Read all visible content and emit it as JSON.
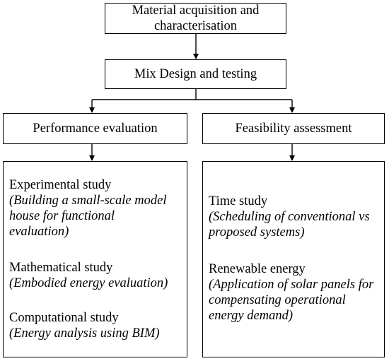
{
  "diagram": {
    "top_box": {
      "line1": "Material acquisition and",
      "line2": "characterisation"
    },
    "mix_box": {
      "label": "Mix Design and testing"
    },
    "performance_box": {
      "label": "Performance evaluation"
    },
    "feasibility_box": {
      "label": "Feasibility assessment"
    },
    "performance_details": {
      "experimental": {
        "title": "Experimental study",
        "desc_line1": "(Building a small-scale model",
        "desc_line2": "house for functional",
        "desc_line3": "evaluation)"
      },
      "mathematical": {
        "title": "Mathematical study",
        "desc_line1": "(Embodied energy evaluation)"
      },
      "computational": {
        "title": "Computational study",
        "desc_line1": "(Energy analysis using BIM)"
      }
    },
    "feasibility_details": {
      "time": {
        "title": "Time study",
        "desc_line1": "(Scheduling of conventional vs",
        "desc_line2": "proposed systems)"
      },
      "renewable": {
        "title": "Renewable energy",
        "desc_line1": "(Application of solar panels for",
        "desc_line2": "compensating operational",
        "desc_line3": "energy demand)"
      }
    },
    "colors": {
      "stroke": "#000000",
      "background": "#ffffff"
    }
  }
}
